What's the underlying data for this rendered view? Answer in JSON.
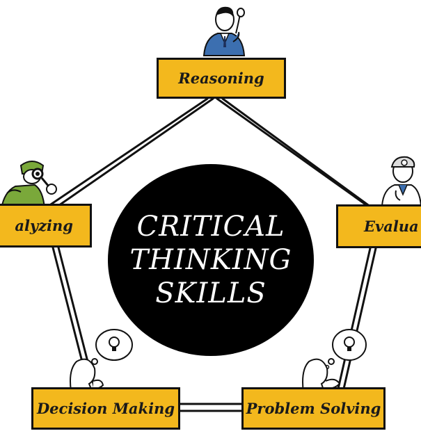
{
  "center": {
    "line1": "CRITICAL",
    "line2": "THINKING",
    "line3": "SKILLS"
  },
  "nodes": {
    "reasoning": "Reasoning",
    "analyzing": "alyzing",
    "evaluating": "Evalua",
    "decision_making": "Decision Making",
    "problem_solving": "Problem Solving"
  },
  "colors": {
    "box_fill": "#f3b81d",
    "circle_fill": "#000000",
    "circle_text": "#ffffff",
    "outline": "#111111",
    "figure_green": "#7aa83a",
    "figure_blue": "#3c6fb0"
  },
  "icons": [
    "thinking-man-icon",
    "detective-icon",
    "doctor-icon",
    "idea-thought-bubble-icon",
    "idea-thought-bubble-icon"
  ]
}
